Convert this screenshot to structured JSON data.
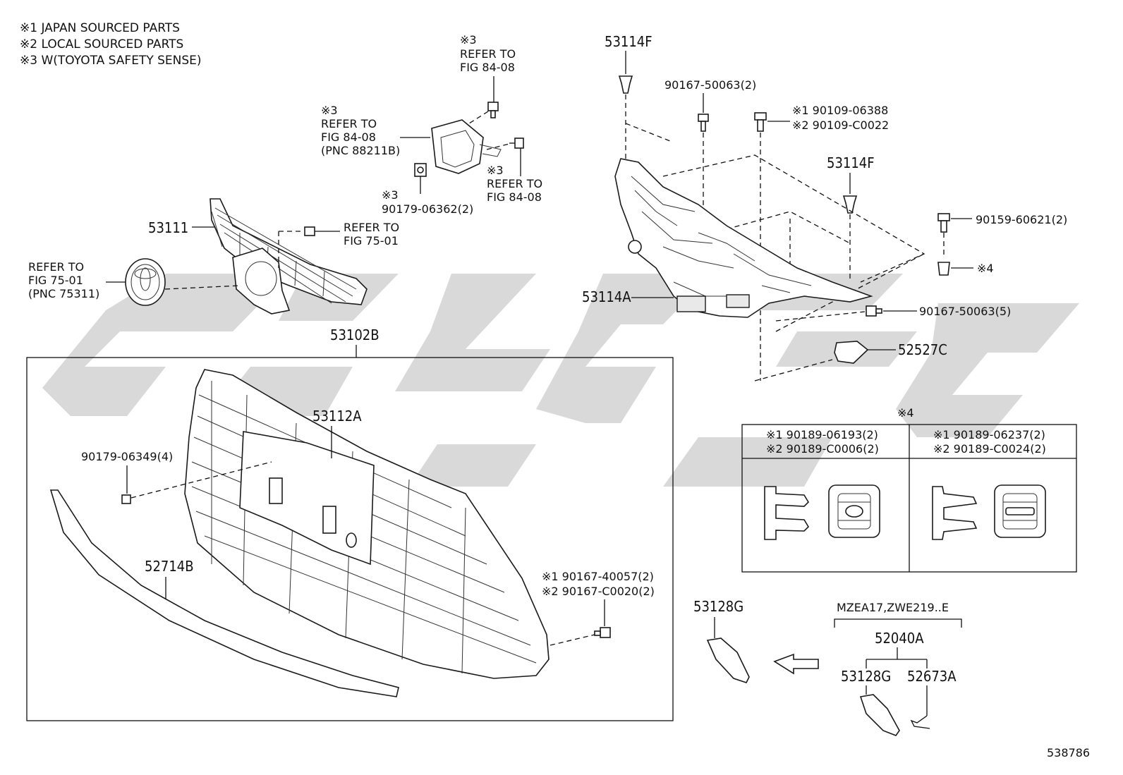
{
  "notes": {
    "n1": "※1 JAPAN SOURCED PARTS",
    "n2": "※2 LOCAL SOURCED PARTS",
    "n3": "※3 W(TOYOTA SAFETY SENSE)"
  },
  "callouts": {
    "sensor_bolt_mark": "※3",
    "sensor_bolt_l1": "REFER TO",
    "sensor_bolt_l2": "FIG 84-08",
    "sensor_mark": "※3",
    "sensor_l1": "REFER TO",
    "sensor_l2": "FIG 84-08",
    "sensor_l3": "(PNC 88211B)",
    "sensor_right_mark": "※3",
    "sensor_right_l1": "REFER TO",
    "sensor_right_l2": "FIG 84-08",
    "nut_mark": "※3",
    "nut_pn": "90179-06362(2)",
    "grille_refer_l1": "REFER TO",
    "grille_refer_l2": "FIG 75-01",
    "emblem_l1": "REFER TO",
    "emblem_l2": "FIG 75-01",
    "emblem_l3": "(PNC 75311)"
  },
  "parts": {
    "p53114F_top": "53114F",
    "p90167_50063_2": "90167-50063(2)",
    "p90109_06388": "※1 90109-06388",
    "p90109_C0022": "※2 90109-C0022",
    "p53114F_mid": "53114F",
    "p90159_60621": "90159-60621(2)",
    "p_x4_mark": "※4",
    "p53114A": "53114A",
    "p90167_50063_5": "90167-50063(5)",
    "p52527C": "52527C",
    "p53111": "53111",
    "p53102B": "53102B",
    "p53112A": "53112A",
    "p90179_06349": "90179-06349(4)",
    "p52714B": "52714B",
    "p90167_40057": "※1 90167-40057(2)",
    "p90167_C0020": "※2 90167-C0020(2)",
    "p53128G_left": "53128G",
    "model_codes": "MZEA17,ZWE219..E",
    "p52040A": "52040A",
    "p53128G_right": "53128G",
    "p52673A": "52673A"
  },
  "x4_table": {
    "title": "※4",
    "col1_l1": "※1 90189-06193(2)",
    "col1_l2": "※2 90189-C0006(2)",
    "col2_l1": "※1 90189-06237(2)",
    "col2_l2": "※2 90189-C0024(2)"
  },
  "figure_number": "538786",
  "watermark_color": "#d6d6d6"
}
